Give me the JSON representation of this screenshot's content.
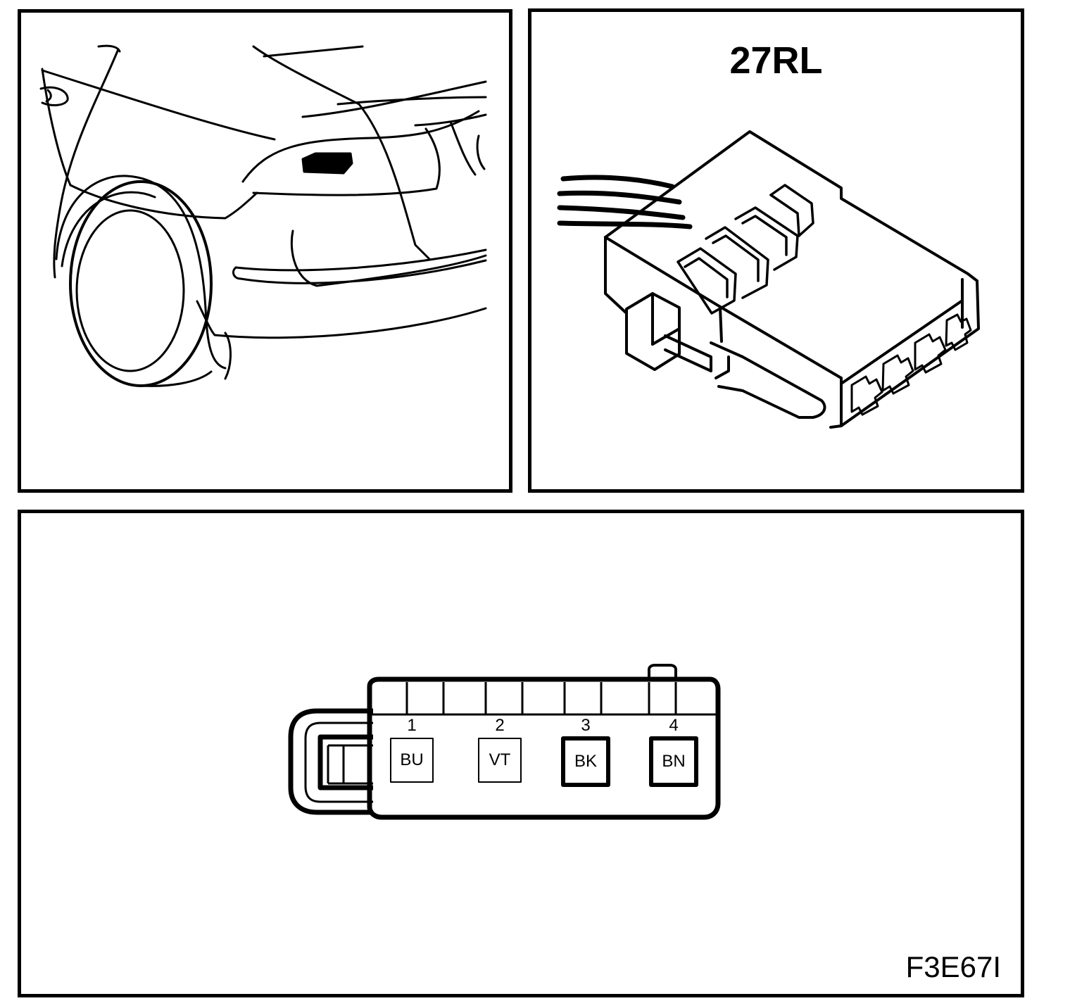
{
  "connector": {
    "id": "27RL",
    "pins": [
      {
        "number": "1",
        "wire_color": "BU",
        "emphasis": "thin"
      },
      {
        "number": "2",
        "wire_color": "VT",
        "emphasis": "thin"
      },
      {
        "number": "3",
        "wire_color": "BK",
        "emphasis": "thick"
      },
      {
        "number": "4",
        "wire_color": "BN",
        "emphasis": "thick"
      }
    ]
  },
  "figure_code": "F3E67I",
  "colors": {
    "line": "#000000",
    "background": "#ffffff"
  },
  "icons": {
    "location": "car-rear-quarter-icon",
    "connector": "connector-4pin-3d-icon"
  }
}
